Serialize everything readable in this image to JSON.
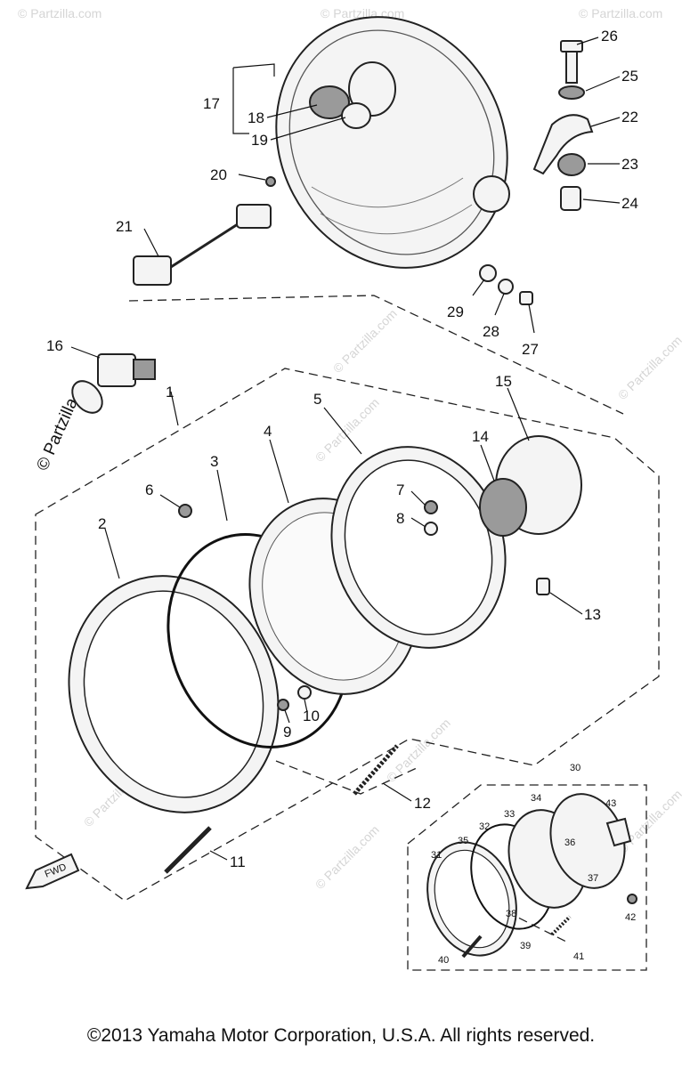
{
  "watermark_main": "© Partzilla",
  "watermark_faint": "© Partzilla.com",
  "copyright": "©2013  Yamaha Motor Corporation, U.S.A. All rights reserved.",
  "front_marker": "FWD",
  "callouts": {
    "c1": "1",
    "c2": "2",
    "c3": "3",
    "c4": "4",
    "c5": "5",
    "c6": "6",
    "c7": "7",
    "c8": "8",
    "c9": "9",
    "c10": "10",
    "c11": "11",
    "c12": "12",
    "c13": "13",
    "c14": "14",
    "c15": "15",
    "c16": "16",
    "c17": "17",
    "c18": "18",
    "c19": "19",
    "c20": "20",
    "c21": "21",
    "c22": "22",
    "c23": "23",
    "c24": "24",
    "c25": "25",
    "c26": "26",
    "c27": "27",
    "c28": "28",
    "c29": "29",
    "c30": "30",
    "c31": "31",
    "c32": "32",
    "c33": "33",
    "c34": "34",
    "c35": "35",
    "c36": "36",
    "c37": "37",
    "c38": "38",
    "c39": "39",
    "c40": "40",
    "c41": "41",
    "c42": "42",
    "c43": "43"
  }
}
